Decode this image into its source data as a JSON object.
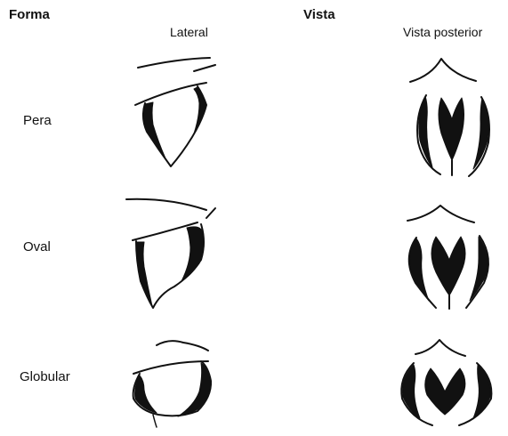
{
  "headers": {
    "forma": "Forma",
    "vista": "Vista",
    "lateral": "Lateral",
    "posterior": "Vista posterior"
  },
  "rows": [
    {
      "label": "Pera"
    },
    {
      "label": "Oval"
    },
    {
      "label": "Globular"
    }
  ]
}
